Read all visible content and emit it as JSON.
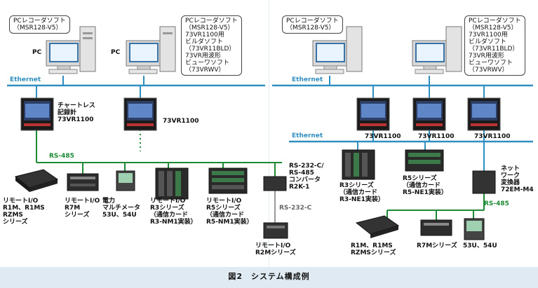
{
  "left": {
    "callout_software": "PCレコーダソフト\n（MSR128-V5）",
    "callout_software_plus": "PCレコーダソフト\n（MSR128-V5）\n73VR1100用\nビルダソフト\n（73VR11BLD）\n73VR用波形\nビューワソフト\n（73VRWV）",
    "pc1_label": "PC",
    "pc2_label": "PC",
    "ethernet_label": "Ethernet",
    "recorder1_label": "チャートレス\n記録計\n73VR1100",
    "recorder2_label": "73VR1100",
    "rs485_label": "RS-485",
    "device_r1m": "リモートI/O\nR1M、R1MS\nRZMS\nシリーズ",
    "device_r7m": "リモートI/O\nR7M\nシリーズ",
    "device_meter": "電力\nマルチメータ\n53U、54U",
    "device_r3": "リモートI/O\nR3シリーズ\n（通信カード\nR3-NM1実装）",
    "device_r5": "リモートI/O\nR5シリーズ\n（通信カード\nR5-NM1実装）",
    "converter_label": "RS-232-C/\nRS-485\nコンバータ\nR2K-1",
    "rs232_label": "RS-232-C",
    "device_r2m": "リモートI/O\nR2Mシリーズ"
  },
  "right": {
    "callout_software": "PCレコーダソフト\n（MSR128-V5）",
    "callout_software_plus": "PCレコーダソフト\n（MSR128-V5）\n73VR1100用\nビルダソフト\n（73VR11BLD）\n73VR用波形\nビューワソフト\n（73VRWV）",
    "ethernet_label_top": "Ethernet",
    "ethernet_label_mid": "Ethernet",
    "recorder1_label": "73VR1100",
    "recorder2_label": "73VR1100",
    "recorder3_label": "73VR1100",
    "device_r3": "R3シリーズ\n（通信カード\nR3-NE1実装）",
    "device_r5": "R5シリーズ\n（通信カード\nR5-NE1実装）",
    "network_converter": "ネット\nワーク\n変換器\n72EM-M4",
    "rs485_label": "RS-485",
    "device_r1m": "R1M、R1MS\nRZMSシリーズ",
    "device_r7m": "R7Mシリーズ",
    "device_meter": "53U、54U"
  },
  "caption": "図2　システム構成例",
  "colors": {
    "ethernet": "#2f8fc0",
    "rs485": "#1c8a35",
    "rs232": "#888888",
    "background": "#dfeaf2"
  }
}
